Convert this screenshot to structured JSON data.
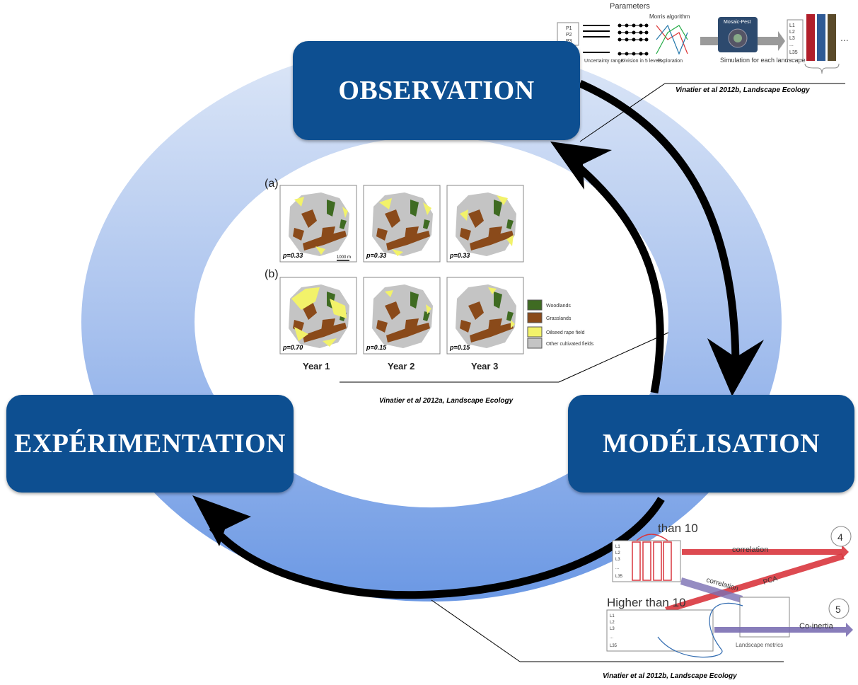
{
  "boxes": {
    "observation": "OBSERVATION",
    "modelisation": "MODÉLISATION",
    "experimentation": "EXPÉRIMENTATION"
  },
  "citations": {
    "top_right": "Vinatier et al 2012b, Landscape Ecology",
    "middle": "Vinatier et al 2012a, Landscape Ecology",
    "bottom_right": "Vinatier et al 2012b, Landscape Ecology"
  },
  "top_panel": {
    "parameters_label": "Parameters",
    "morris_label": "Morris algorithm",
    "param_list": [
      "P1",
      "P2",
      "P3"
    ],
    "uncertainty_range": "Uncertainty range",
    "division_label": "Division in 5 levels",
    "exploration_label": "Exploration",
    "simulation_label": "Simulation for each landscape",
    "model_name": "Mosaic-Pest",
    "landscape_list": [
      "L1",
      "L2",
      "L3",
      "...",
      "L35"
    ],
    "ellipsis": "..."
  },
  "landscape_figure": {
    "row_a_label": "(a)",
    "row_b_label": "(b)",
    "row_a_p": [
      "p=0.33",
      "p=0.33",
      "p=0.33"
    ],
    "row_b_p": [
      "p=0.70",
      "p=0.15",
      "p=0.15"
    ],
    "scale_label": "1000 m",
    "years": [
      "Year 1",
      "Year 2",
      "Year 3"
    ],
    "legend": [
      {
        "label": "Woodlands",
        "color": "#3f6b22"
      },
      {
        "label": "Grasslands",
        "color": "#8a4a1a"
      },
      {
        "label": "Oilseed rape field",
        "color": "#f2f26a"
      },
      {
        "label": "Other cultivated fields",
        "color": "#c4c4c4"
      }
    ]
  },
  "bottom_panel": {
    "lower_than": "than 10",
    "higher_than": "Higher than 10",
    "correlation_1": "correlation",
    "correlation_2": "correlation",
    "pca": "PCA",
    "co_inertia": "Co-inertia",
    "landscape_metrics": "Landscape metrics",
    "circle_4": "4",
    "circle_5": "5",
    "rows_low": [
      "L1",
      "L2",
      "L3",
      "...",
      "L35"
    ],
    "rows_high": [
      "L1",
      "L2",
      "L3",
      "...",
      "L35"
    ]
  },
  "colors": {
    "box_blue": "#0d4f91",
    "ring_light": "#d6e2f6",
    "ring_dark": "#6f9de6",
    "correlation_red": "#d9363e",
    "coinertia_purple": "#7b6fb3"
  }
}
